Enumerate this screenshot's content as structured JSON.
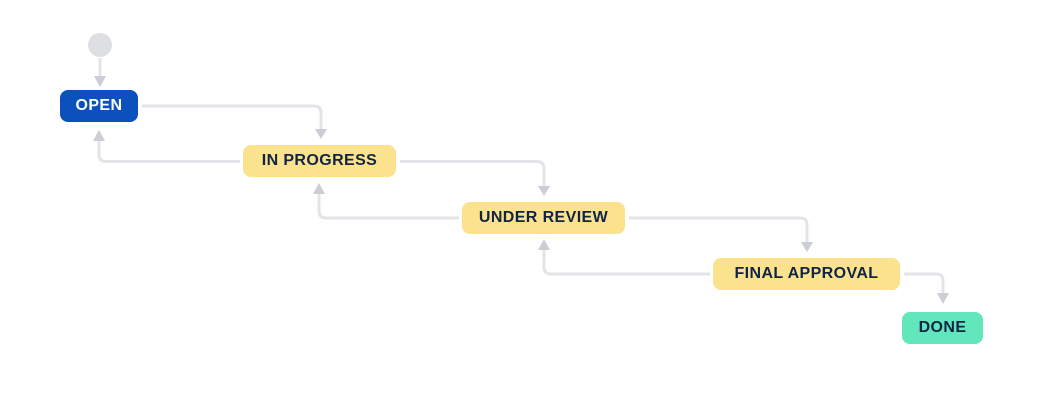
{
  "workflow": {
    "nodes": [
      {
        "id": "start",
        "type": "start-point",
        "label": ""
      },
      {
        "id": "open",
        "type": "initial-status",
        "label": "OPEN",
        "color": "#0B51BD",
        "text_color": "#FFFFFF"
      },
      {
        "id": "in-progress",
        "type": "status",
        "label": "IN PROGRESS",
        "color": "#FBE28C",
        "text_color": "#112445"
      },
      {
        "id": "under-review",
        "type": "status",
        "label": "UNDER REVIEW",
        "color": "#FBE28C",
        "text_color": "#112445"
      },
      {
        "id": "final-approval",
        "type": "status",
        "label": "FINAL APPROVAL",
        "color": "#FBE28C",
        "text_color": "#112445"
      },
      {
        "id": "done",
        "type": "done-status",
        "label": "DONE",
        "color": "#61E7BB",
        "text_color": "#112445"
      }
    ],
    "transitions": [
      {
        "from": "start",
        "to": "open"
      },
      {
        "from": "open",
        "to": "in-progress"
      },
      {
        "from": "in-progress",
        "to": "open"
      },
      {
        "from": "in-progress",
        "to": "under-review"
      },
      {
        "from": "under-review",
        "to": "in-progress"
      },
      {
        "from": "under-review",
        "to": "final-approval"
      },
      {
        "from": "final-approval",
        "to": "under-review"
      },
      {
        "from": "final-approval",
        "to": "done"
      }
    ],
    "connector_color": "#E3E4E8",
    "arrowhead_color": "#CBCED5",
    "start_node_color": "#DDDFE3",
    "background_color": "#FFFFFF"
  }
}
